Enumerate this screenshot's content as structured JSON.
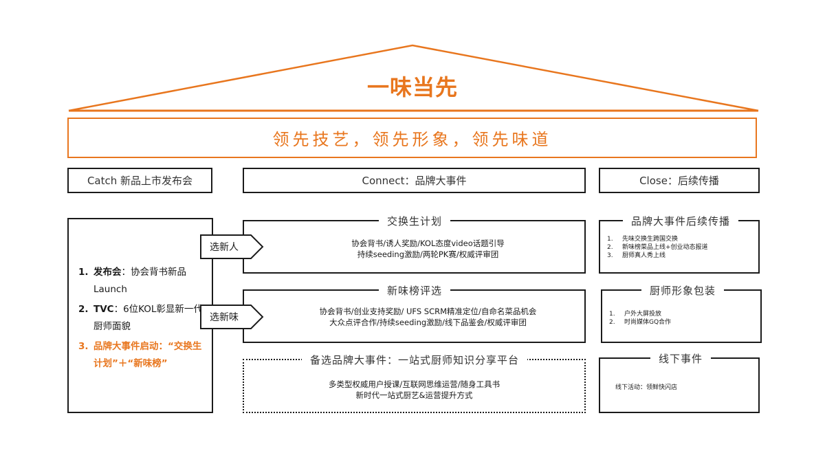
{
  "house_title": "一味当先",
  "slogan": "领先技艺，领先形象，领先味道",
  "columns": {
    "catch": "Catch 新品上市发布会",
    "connect": "Connect：品牌大事件",
    "close": "Close：后续传播"
  },
  "left_list": [
    {
      "num": "1.",
      "head": "发布会",
      "text": "：协会背书新品Launch"
    },
    {
      "num": "2.",
      "head": "TVC",
      "text": "：6位KOL彰显新一代厨师面貌"
    },
    {
      "num": "3.",
      "head": "品牌大事件启动",
      "text": "：“交换生计划”＋“新味榜”"
    }
  ],
  "tags": {
    "new_people": "选新人",
    "new_taste": "选新味"
  },
  "connect_panels": {
    "exchange": {
      "title": "交换生计划",
      "lines": [
        "协会背书/诱人奖励/KOL态度video话题引导",
        "持续seeding激励/两轮PK赛/权威评审团"
      ]
    },
    "newtaste": {
      "title": "新味榜评选",
      "lines": [
        "协会背书/创业支持奖励/ UFS SCRM精准定位/自命名菜品机会",
        "大众点评合作/持续seeding激励/线下品鉴会/权威评审团"
      ]
    },
    "alternative": {
      "title": "备选品牌大事件：一站式厨师知识分享平台",
      "lines": [
        "多类型权威用户授课/互联网思维运营/随身工具书",
        "新时代一站式厨艺&运营提升方式"
      ]
    }
  },
  "close_panels": {
    "spread": {
      "title": "品牌大事件后续传播",
      "items": [
        {
          "n": "1.",
          "t": "先味交换生跨国交换"
        },
        {
          "n": "2.",
          "t": "新味榜菜品上线+创业动态报道"
        },
        {
          "n": "3.",
          "t": "厨师真人秀上线"
        }
      ]
    },
    "image": {
      "title": "厨师形象包装",
      "items": [
        {
          "n": "1.",
          "t": "户外大屏投放"
        },
        {
          "n": "2.",
          "t": "时尚媒体GQ合作"
        }
      ]
    },
    "offline": {
      "title": "线下事件",
      "text": "线下活动：领鲜快闪店"
    }
  },
  "colors": {
    "accent": "#E8761E",
    "line": "#1a1a1a"
  }
}
